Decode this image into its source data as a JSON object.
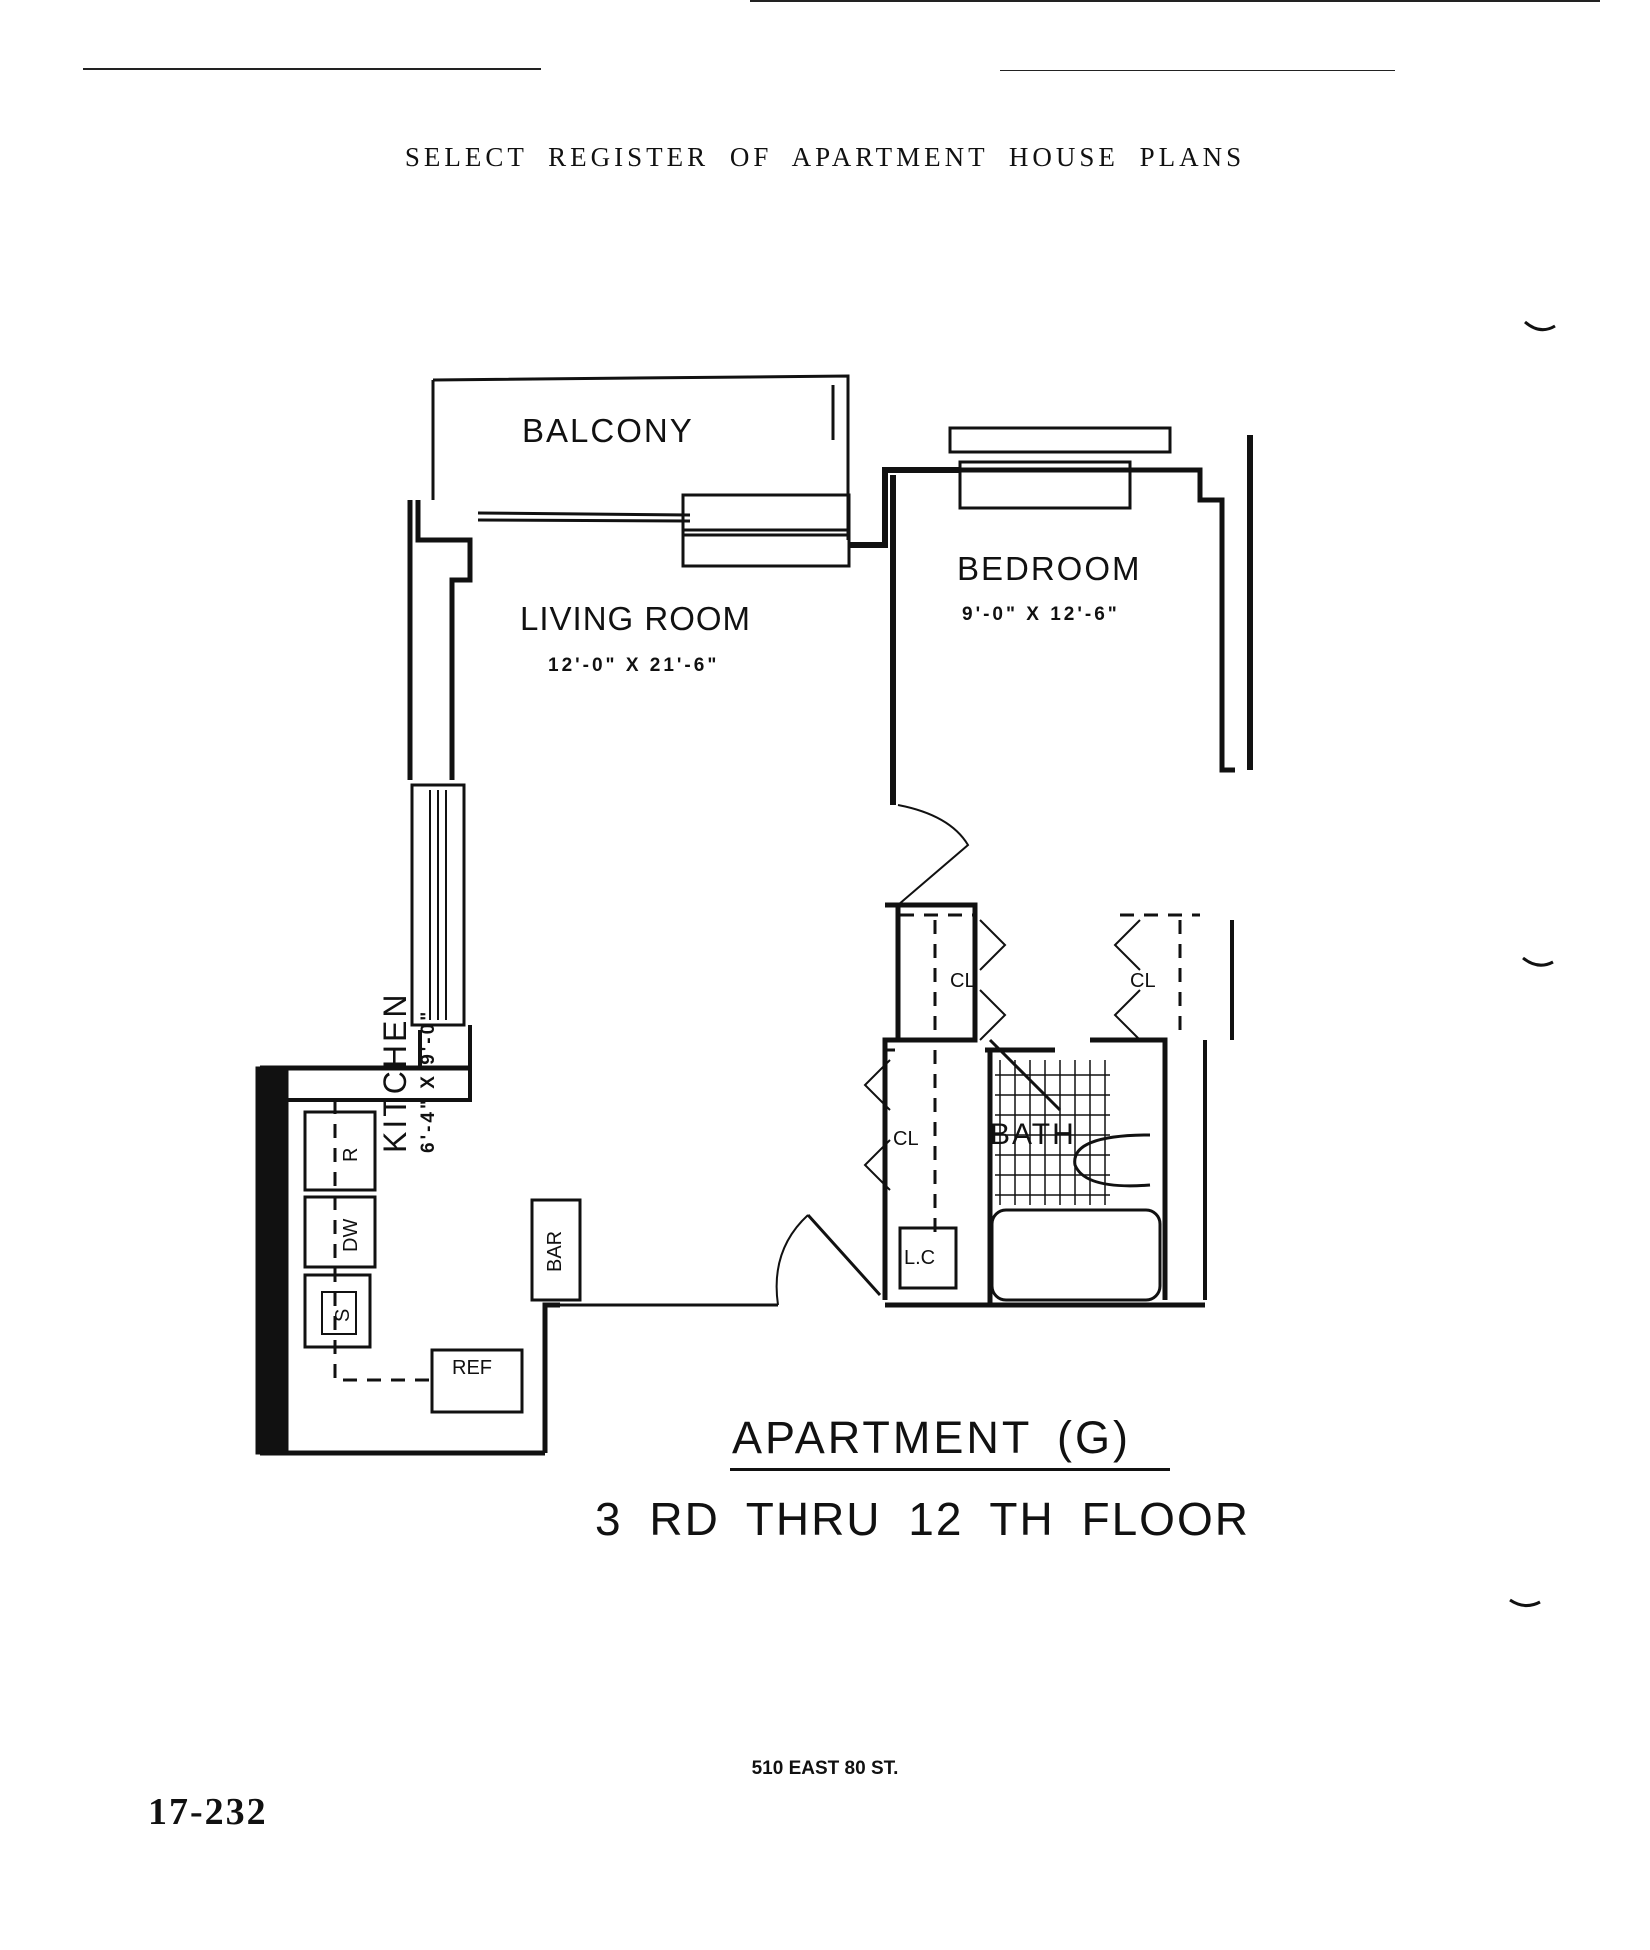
{
  "header": {
    "title": "SELECT REGISTER OF APARTMENT HOUSE PLANS"
  },
  "rooms": {
    "balcony": {
      "label": "BALCONY"
    },
    "living_room": {
      "label": "LIVING ROOM",
      "dimensions": "12'-0\" X 21'-6\""
    },
    "bedroom": {
      "label": "BEDROOM",
      "dimensions": "9'-0\" X 12'-6\""
    },
    "kitchen": {
      "label": "KITCHEN",
      "dimensions": "6'-4\" X 9'-0\""
    },
    "bath": {
      "label": "BATH"
    }
  },
  "fixtures": {
    "closet_bedroom_left": "CL",
    "closet_bedroom_right": "CL",
    "closet_hall": "CL",
    "linen_closet": "L.C",
    "bar": "BAR",
    "refrigerator_small": "R",
    "dishwasher": "DW",
    "sink": "S",
    "refrigerator": "REF"
  },
  "footer": {
    "apartment": "APARTMENT  (G)",
    "floors": "3 RD  THRU  12 TH  FLOOR",
    "address": "510 EAST 80 ST.",
    "page_number": "17-232"
  }
}
